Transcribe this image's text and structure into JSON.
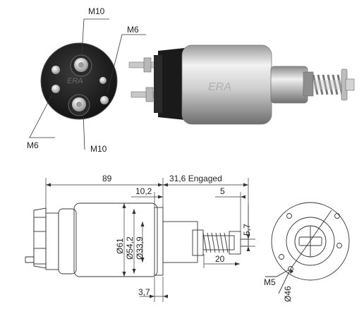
{
  "photo_labels": {
    "top_left_stud": "M10",
    "top_right_stud": "M6",
    "bottom_left_stud": "M6",
    "bottom_stud": "M10"
  },
  "dimensions": {
    "overall_length": "89",
    "engaged_travel": "31,6 Engaged",
    "flange_to_body": "10,2",
    "plunger_tip": "5",
    "vertical_offset": "5,7",
    "spring_length": "20",
    "flange_thickness": "3,7",
    "body_diameter": "Ø61",
    "inner_diameter": "Ø54,2",
    "nose_diameter": "Ø33,9",
    "mount_hole_thread": "M5",
    "bolt_circle": "Ø46"
  },
  "colors": {
    "line": "#333333",
    "metal_light": "#e2e2e2",
    "metal_dark": "#8a8a8a",
    "cap_black": "#1c1c1c"
  }
}
